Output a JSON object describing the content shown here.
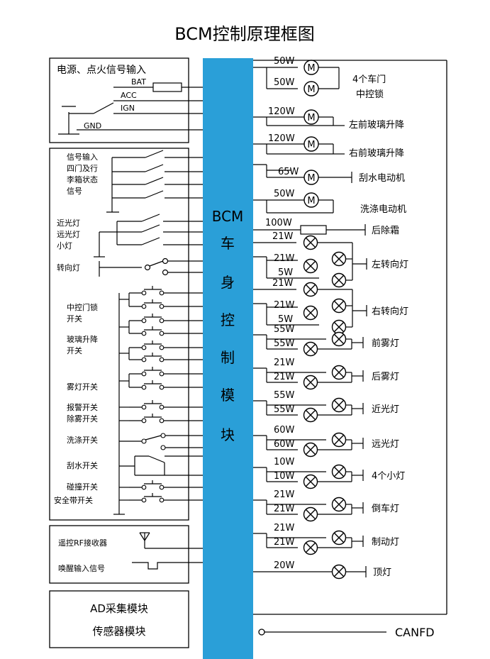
{
  "title": "BCM控制原理框图",
  "module": {
    "label_top": "BCM",
    "label_chars": [
      "车",
      "身",
      "控",
      "制",
      "模",
      "块"
    ],
    "color": "#2a9fd8"
  },
  "left_blocks": {
    "power": {
      "title": "电源、点火信号输入",
      "bat": "BAT",
      "acc": "ACC",
      "ign": "IGN",
      "gnd": "GND"
    },
    "switches": {
      "signal_input": [
        "信号输入",
        "四门及行",
        "李箱状态",
        "信号"
      ],
      "lights": [
        "近光灯",
        "远光灯",
        "小灯"
      ],
      "turn": "转向灯",
      "central_lock": [
        "中控门锁",
        "开关"
      ],
      "window": [
        "玻璃升降",
        "开关"
      ],
      "fog": "雾灯开关",
      "alarm": "报警开关",
      "defrost": "除雾开关",
      "wash": "洗涤开关",
      "wiper": "刮水开关",
      "crash": "碰撞开关",
      "belt": "安全带开关"
    },
    "rf": {
      "receiver": "遥控RF接收器",
      "wake": "唤醒输入信号"
    },
    "ad": {
      "line1": "AD采集模块",
      "line2": "传感器模块"
    }
  },
  "loads": {
    "lock": {
      "w1": "50W",
      "w2": "50W",
      "label": [
        "4个车门",
        "中控锁"
      ]
    },
    "win_front_left": {
      "w": "120W",
      "label": "左前玻璃升降"
    },
    "win_front_right": {
      "w": "120W",
      "label": "右前玻璃升降"
    },
    "wiper": {
      "w": "65W",
      "label": "刮水电动机"
    },
    "washer": {
      "w": "50W",
      "label": "洗涤电动机"
    },
    "defrost": {
      "w": "100W",
      "label": "后除霜"
    },
    "turn_left": {
      "w1": "21W",
      "w2": "21W",
      "w3": "5W",
      "label": "左转向灯"
    },
    "turn_right": {
      "w1": "21W",
      "w2": "21W",
      "w3": "5W",
      "label": "右转向灯"
    },
    "front_fog": {
      "w1": "55W",
      "w2": "55W",
      "label": "前雾灯"
    },
    "rear_fog": {
      "w1": "21W",
      "w2": "21W",
      "label": "后雾灯"
    },
    "low_beam": {
      "w1": "55W",
      "w2": "55W",
      "label": "近光灯"
    },
    "high_beam": {
      "w1": "60W",
      "w2": "60W",
      "label": "远光灯"
    },
    "small": {
      "w1": "10W",
      "w2": "10W",
      "label": "4个小灯"
    },
    "reverse": {
      "w1": "21W",
      "w2": "21W",
      "label": "倒车灯"
    },
    "brake": {
      "w1": "21W",
      "w2": "21W",
      "label": "制动灯"
    },
    "dome": {
      "w": "20W",
      "label": "顶灯"
    }
  },
  "canfd": {
    "label": "CANFD",
    "color": "#e8201c"
  },
  "motor_symbol": "M"
}
